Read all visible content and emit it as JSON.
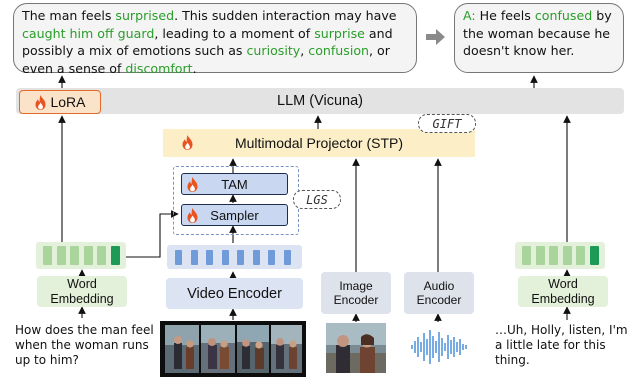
{
  "top": {
    "reasoning_segments": [
      {
        "t": "The man feels ",
        "hl": false
      },
      {
        "t": "surprised",
        "hl": true
      },
      {
        "t": ". This sudden interaction may have ",
        "hl": false
      },
      {
        "t": "caught him off guard",
        "hl": true
      },
      {
        "t": ", leading to a moment of ",
        "hl": false
      },
      {
        "t": "surprise",
        "hl": true
      },
      {
        "t": " and possibly a mix of emotions such as ",
        "hl": false
      },
      {
        "t": "curiosity",
        "hl": true
      },
      {
        "t": ", ",
        "hl": false
      },
      {
        "t": "confusion",
        "hl": true
      },
      {
        "t": ", or even a sense of ",
        "hl": false
      },
      {
        "t": "discomfort",
        "hl": true
      },
      {
        "t": ".",
        "hl": false
      }
    ],
    "answer_label": "A:",
    "answer_segments": [
      {
        "t": " He feels ",
        "hl": false
      },
      {
        "t": "confused",
        "hl": true
      },
      {
        "t": " by the woman because he doesn't know her.",
        "hl": false
      }
    ]
  },
  "llm": {
    "label": "LLM (Vicuna)",
    "lora_label": "LoRA"
  },
  "projector": {
    "label": "Multimodal Projector (STP)",
    "tag": "GIFT"
  },
  "lgs": {
    "tag": "LGS",
    "tam_label": "TAM",
    "sampler_label": "Sampler"
  },
  "encoders": {
    "video": "Video Encoder",
    "image": "Image Encoder",
    "audio": "Audio Encoder",
    "word_left": "Word Embedding",
    "word_right": "Word Embedding"
  },
  "inputs": {
    "question": "How does the man feel when the woman runs up to him?",
    "transcript": "…Uh, Holly, listen, I'm a little late for this thing."
  },
  "tokens": {
    "left_green": 6,
    "right_green": 6,
    "video_blue": 8
  },
  "colors": {
    "highlight_green": "#2a9d2a",
    "flame_orange": "#e8531f",
    "projector_fill": "#fcefc8",
    "lora_fill": "#fbe3c9",
    "module_fill": "#c9d7f0",
    "encoder_blue": "#dce4f4",
    "embedding_green": "#e3f0da",
    "token_green": "#a9d49b",
    "token_dark_green": "#1e9a57",
    "token_blue": "#6f9bd8"
  },
  "icons": [
    "flame-icon",
    "arrow-right-icon",
    "waveform-icon",
    "video-frames-thumbnail",
    "image-thumbnail"
  ]
}
